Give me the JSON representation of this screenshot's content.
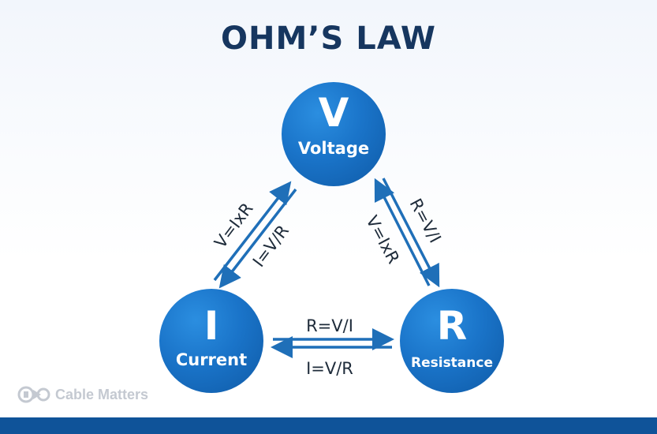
{
  "title": "OHM’S LAW",
  "nodes": {
    "voltage": {
      "letter": "V",
      "name": "Voltage"
    },
    "current": {
      "letter": "I",
      "name": "Current"
    },
    "resistance": {
      "letter": "R",
      "name": "Resistance"
    }
  },
  "formulas": {
    "left_outer": "V=IxR",
    "left_inner": "I=V/R",
    "right_outer": "R=V/I",
    "right_inner": "V=IxR",
    "bottom_top": "R=V/I",
    "bottom_bottom": "I=V/R"
  },
  "logo": {
    "text": "Cable Matters"
  },
  "colors": {
    "title": "#16365f",
    "circle": "#1a74c9",
    "arrow": "#1f6fb8",
    "bar": "#0f5399",
    "text": "#1e2b3a"
  }
}
